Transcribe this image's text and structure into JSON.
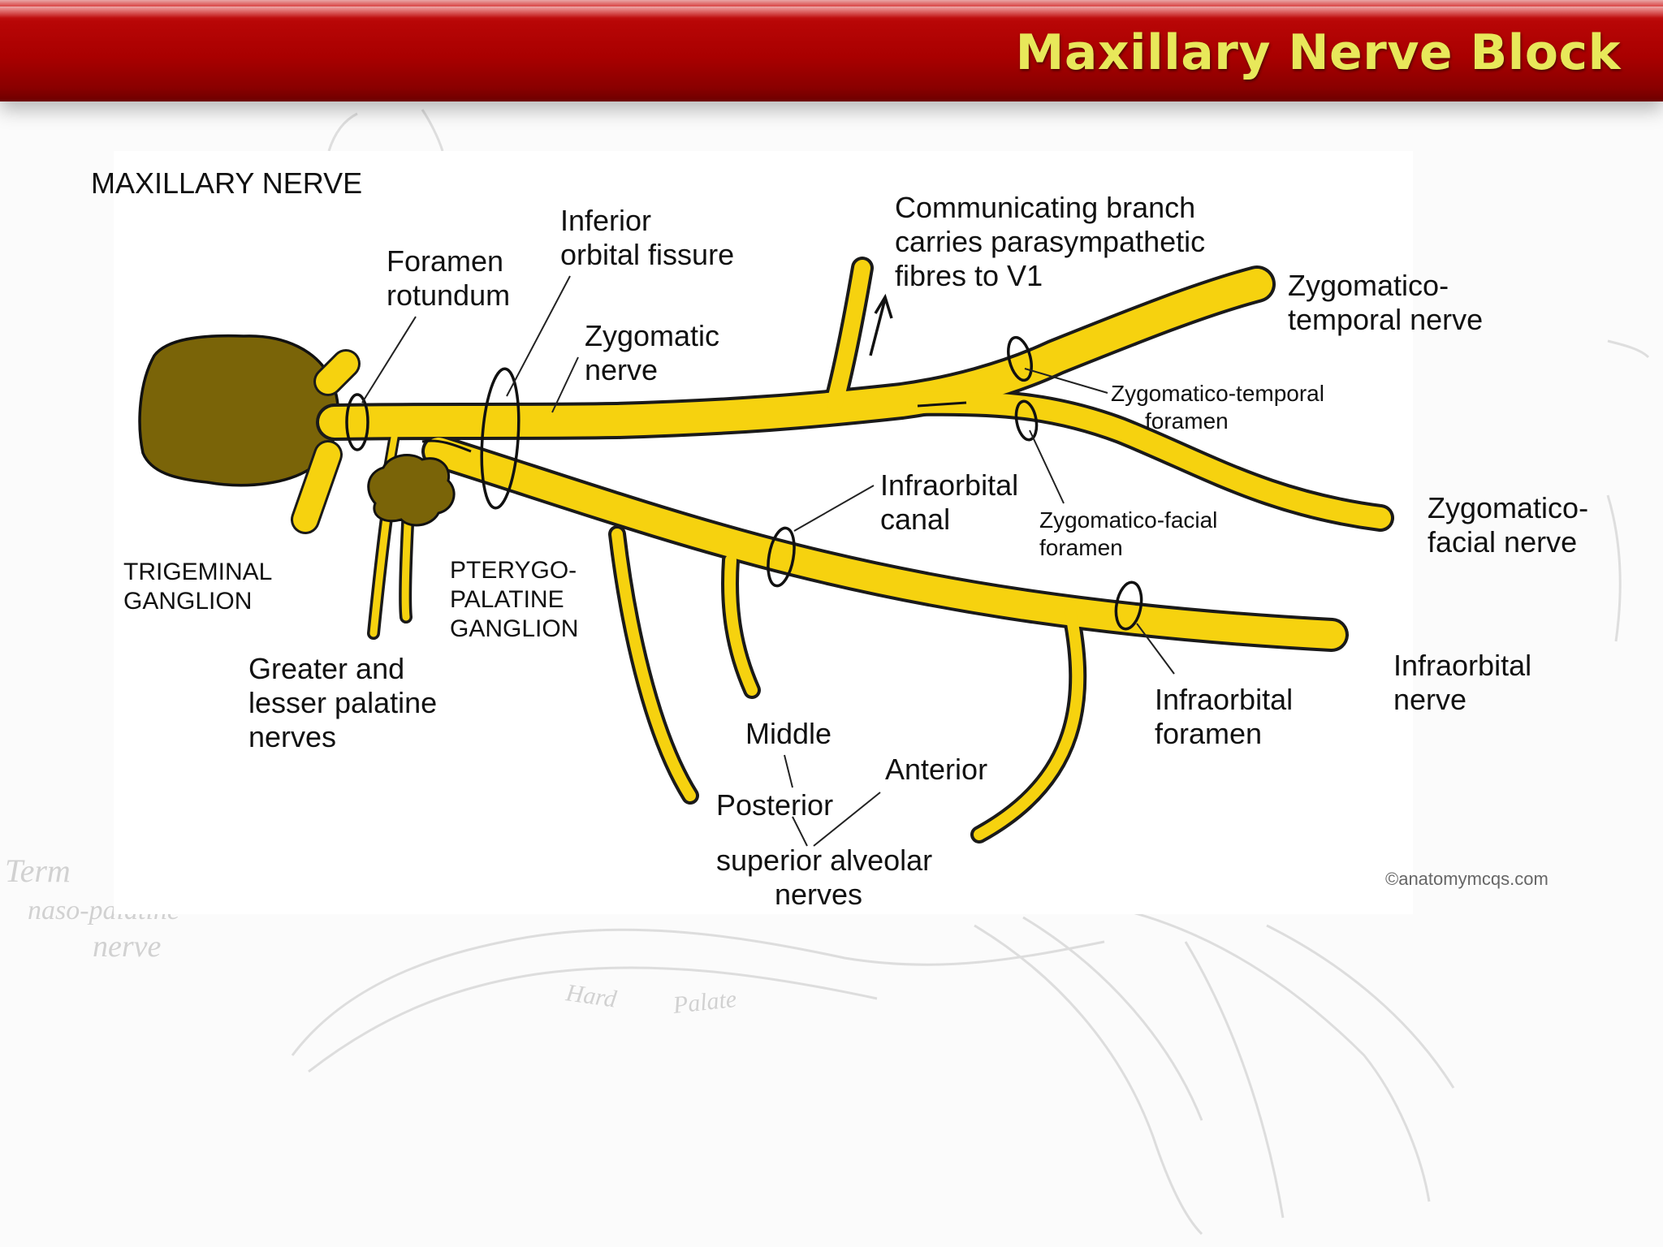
{
  "header": {
    "title": "Maxillary Nerve Block"
  },
  "diagram": {
    "heading": "MAXILLARY NERVE",
    "labels": {
      "foramen_rotundum": [
        "Foramen",
        "rotundum"
      ],
      "inferior_orbital_fissure": [
        "Inferior",
        "orbital fissure"
      ],
      "zygomatic_nerve": [
        "Zygomatic",
        "nerve"
      ],
      "communicating_branch": [
        "Communicating branch",
        "carries parasympathetic",
        "fibres to V1"
      ],
      "zygomatico_temporal_nerve": [
        "Zygomatico-",
        "temporal nerve"
      ],
      "zygomatico_temporal_foramen": [
        "Zygomatico-temporal",
        "foramen"
      ],
      "infraorbital_canal": [
        "Infraorbital",
        "canal"
      ],
      "zygomatico_facial_foramen": [
        "Zygomatico-facial",
        "foramen"
      ],
      "zygomatico_facial_nerve": [
        "Zygomatico-",
        "facial nerve"
      ],
      "trigeminal_ganglion": [
        "TRIGEMINAL",
        "GANGLION"
      ],
      "pterygopalatine_ganglion": [
        "PTERYGO-",
        "PALATINE",
        "GANGLION"
      ],
      "palatine_nerves": [
        "Greater and",
        "lesser palatine",
        "nerves"
      ],
      "infraorbital_nerve": [
        "Infraorbital",
        "nerve"
      ],
      "infraorbital_foramen": [
        "Infraorbital",
        "foramen"
      ],
      "middle": "Middle",
      "anterior": "Anterior",
      "posterior": "Posterior",
      "superior_alveolar_nerves": [
        "superior alveolar",
        "nerves"
      ]
    },
    "credit": "©anatomymcqs.com"
  },
  "background_sketch": {
    "labels": [
      "Term",
      "naso-palatine",
      "nerve",
      "Hard",
      "Palate"
    ]
  },
  "colors": {
    "nerve": "#f6d20f",
    "ganglion": "#7a6408",
    "header_red": "#b00000",
    "title_yellow": "#e8e85a"
  }
}
